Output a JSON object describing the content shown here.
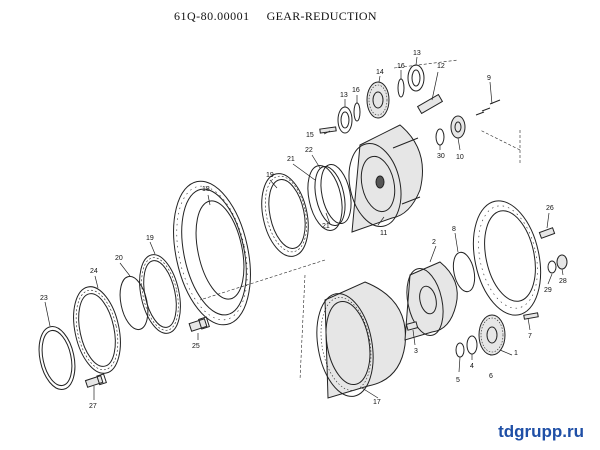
{
  "header": {
    "part_number": "61Q-80.00001",
    "title": "GEAR-REDUCTION"
  },
  "callouts": [
    "13",
    "16",
    "14",
    "16",
    "13",
    "12",
    "9",
    "15",
    "22",
    "11",
    "10",
    "30",
    "18",
    "19",
    "21",
    "21",
    "26",
    "2",
    "8",
    "24",
    "20",
    "19",
    "23",
    "29",
    "28",
    "25",
    "3",
    "1",
    "7",
    "6",
    "4",
    "5",
    "27",
    "17"
  ],
  "watermark": "tdgrupp.ru"
}
